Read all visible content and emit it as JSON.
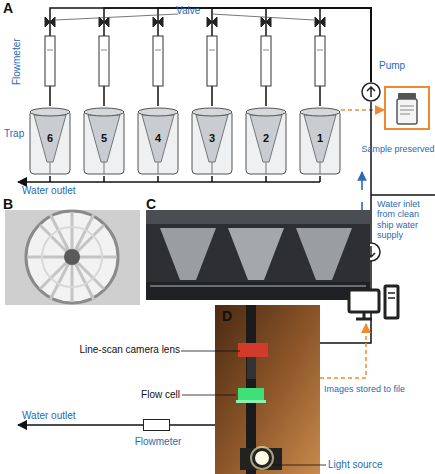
{
  "diagram": {
    "nodes": [
      {
        "text": [
          "6"
        ]
      },
      {
        "text": [
          "5"
        ]
      },
      {
        "text": [
          "4"
        ]
      },
      {
        "text": [
          "3"
        ]
      },
      {
        "text": [
          "2"
        ]
      },
      {
        "text": [
          "1"
        ]
      },
      {
        "text": [
          "Pump"
        ]
      },
      {
        "text": [
          "Sample preserved"
        ]
      },
      {
        "text": [
          "Flowmeter"
        ]
      }
    ],
    "edges": [
      {
        "from": 6,
        "to": 0,
        "arrow": "none"
      },
      {
        "from": 6,
        "to": 1,
        "arrow": "none"
      },
      {
        "from": 6,
        "to": 2,
        "arrow": "none"
      },
      {
        "from": 6,
        "to": 3,
        "arrow": "none"
      },
      {
        "from": 6,
        "to": 4,
        "arrow": "none"
      },
      {
        "from": 6,
        "to": 5,
        "arrow": "none"
      },
      {
        "from": 5,
        "to": 7,
        "arrow": "to"
      }
    ],
    "labels": [
      "A",
      "Valve",
      "Flowmeter",
      "Trap",
      "Water outlet",
      "Water inlet from clean ship water supply",
      "B",
      "C",
      "D",
      "Line-scan camera lens",
      "Flow cell",
      "Images stored to file",
      "Water outlet",
      "Light source"
    ]
  }
}
